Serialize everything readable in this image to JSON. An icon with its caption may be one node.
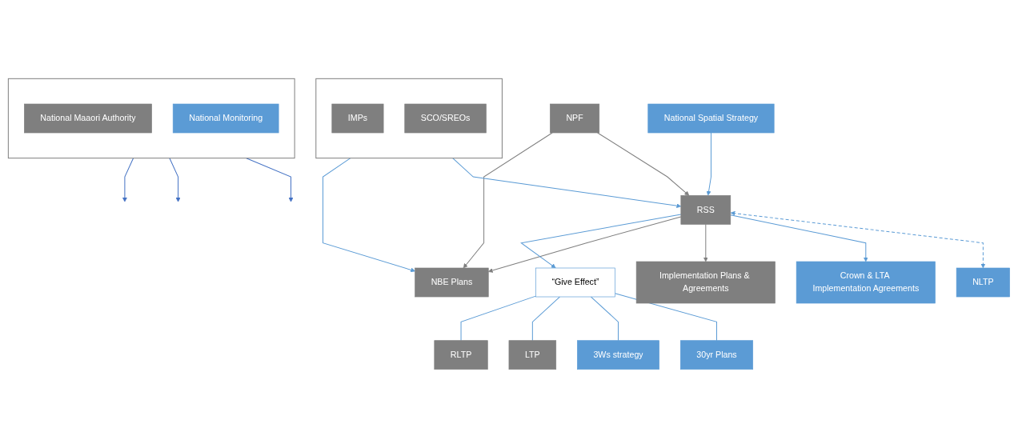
{
  "diagram": {
    "nodes": [
      {
        "text": [],
        "shape": "box"
      },
      {
        "text": [
          "National Maaori Authority"
        ],
        "in": 0
      },
      {
        "text": [
          "National Monitoring"
        ],
        "in": 0
      },
      {
        "text": [
          "National Spatial Strategy"
        ]
      },
      {
        "text": [
          "NPF"
        ]
      },
      {
        "text": [
          "NLTP"
        ]
      },
      {
        "text": [
          "Crown & LTA Implementation Agreements"
        ]
      },
      {
        "text": [
          "RSS"
        ]
      },
      {
        "text": [
          "Implementation Plans & Agreements"
        ]
      },
      {
        "text": [
          "NBE Plans"
        ]
      },
      {
        "text": [
          "“Give Effect”"
        ]
      },
      {
        "text": [
          "30yr Plans"
        ]
      },
      {
        "text": [
          "3Ws strategy"
        ]
      },
      {
        "text": [
          "LTP"
        ]
      },
      {
        "text": [
          "RLTP"
        ]
      },
      {
        "text": [],
        "shape": "box"
      },
      {
        "text": [
          "IMPs"
        ],
        "in": 15
      },
      {
        "text": [
          "SCO/SREOs"
        ],
        "in": 15
      }
    ],
    "edges": [
      {
        "from": 0,
        "to": null,
        "arrow": "to",
        "color": "#4472c4"
      },
      {
        "from": 0,
        "to": null,
        "arrow": "to",
        "color": "#4472c4"
      },
      {
        "from": 0,
        "to": null,
        "arrow": "to",
        "color": "#4472c4"
      },
      {
        "from": 3,
        "to": 7,
        "arrow": "to"
      },
      {
        "from": 4,
        "to": 7,
        "arrow": "to",
        "color": "#7f7f7f"
      },
      {
        "from": 4,
        "to": 9,
        "arrow": "to",
        "color": "#7f7f7f"
      },
      {
        "from": 7,
        "to": 5,
        "arrow": "both",
        "style": "dashed"
      },
      {
        "from": 7,
        "to": 6,
        "arrow": "to"
      },
      {
        "from": 7,
        "to": 8,
        "arrow": "to",
        "color": "#7f7f7f"
      },
      {
        "from": 7,
        "to": 9,
        "arrow": "to",
        "color": "#7f7f7f"
      },
      {
        "from": 7,
        "to": 10,
        "arrow": "to"
      },
      {
        "from": 10,
        "to": 11,
        "arrow": "none"
      },
      {
        "from": 10,
        "to": 12,
        "arrow": "none"
      },
      {
        "from": 10,
        "to": 13,
        "arrow": "none"
      },
      {
        "from": 10,
        "to": 14,
        "arrow": "none"
      },
      {
        "from": 15,
        "to": 7,
        "arrow": "to"
      },
      {
        "from": 15,
        "to": 9,
        "arrow": "to"
      }
    ]
  }
}
